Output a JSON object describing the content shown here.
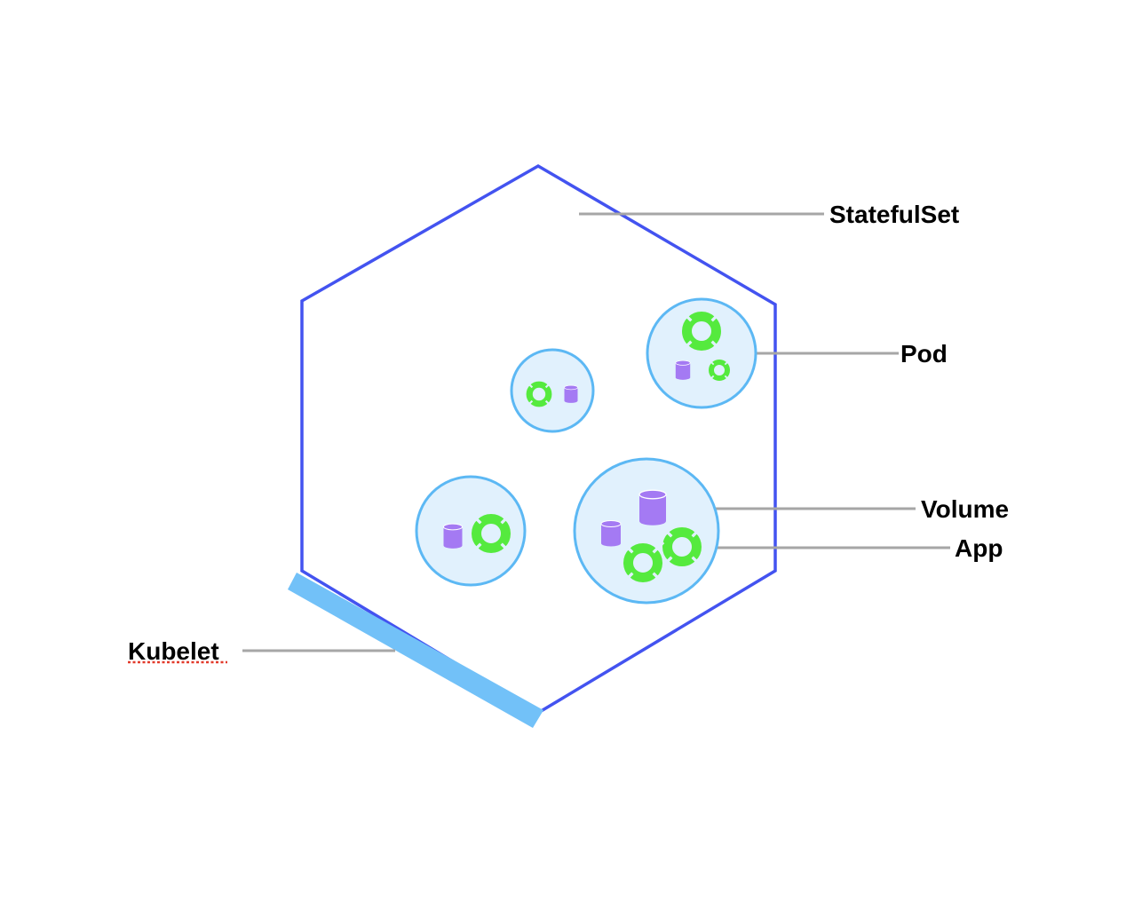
{
  "diagram": {
    "labels": {
      "statefulset": "StatefulSet",
      "pod": "Pod",
      "volume": "Volume",
      "app": "App",
      "kubelet": "Kubelet"
    },
    "colors": {
      "hexagon_stroke": "#4353f0",
      "kubelet_bar": "#72c1f8",
      "pod_fill": "#e1f1fd",
      "pod_stroke": "#5cb8f4",
      "volume_fill": "#a47af3",
      "app_fill": "#55ea3e",
      "leader_line": "#a6a6a6",
      "spellcheck_underline": "#e23a2b"
    },
    "pods": [
      {
        "id": "pod-top-right",
        "apps": 2,
        "volumes": 1
      },
      {
        "id": "pod-middle",
        "apps": 1,
        "volumes": 1
      },
      {
        "id": "pod-bottom-left",
        "apps": 1,
        "volumes": 1
      },
      {
        "id": "pod-bottom-right",
        "apps": 2,
        "volumes": 2
      }
    ]
  }
}
